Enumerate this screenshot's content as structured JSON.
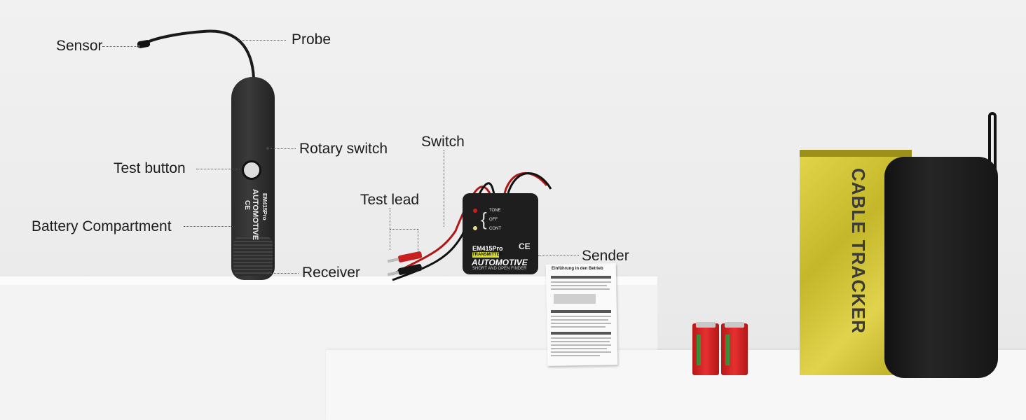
{
  "labels": {
    "sensor": "Sensor",
    "probe": "Probe",
    "rotary_switch": "Rotary switch",
    "test_button": "Test button",
    "battery_compartment": "Battery Compartment",
    "receiver": "Receiver",
    "switch": "Switch",
    "test_lead": "Test lead",
    "sender": "Sender"
  },
  "transmitter": {
    "model": "EM415Pro",
    "badge": "TRANSMITTER",
    "brand": "AUTOMOTIVE",
    "subtitle": "SHORT AND OPEN FINDER",
    "tone": "TONE",
    "off": "OFF",
    "cont": "CONT",
    "ce": "CE"
  },
  "receiver_device": {
    "model": "EM415Pro",
    "brand": "AUTOMOTIVE",
    "ce": "CE"
  },
  "manual": {
    "title": "Einführung in den Betrieb"
  },
  "box": {
    "title": "CABLE TRACKER"
  },
  "colors": {
    "box": "#d8ca3c",
    "bag": "#1a1a1a",
    "battery": "#d42a2a",
    "label_text": "#1c1c1c"
  }
}
